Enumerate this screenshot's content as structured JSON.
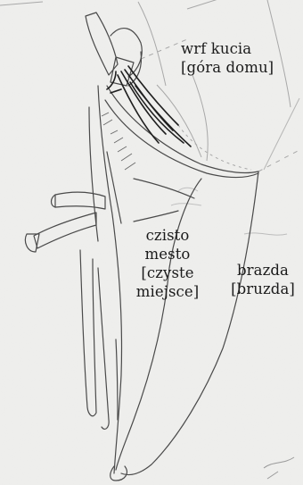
{
  "labels": {
    "wrf_kucia": "wrf kucia\n[góra domu]",
    "czisto_mesto": "czisto\nmesto\n[czyste\nmiejsce]",
    "brazda": "brazda\n[bruzda]"
  },
  "colors": {
    "paper": "#efefed",
    "ink": "#1b1b1b",
    "pencil": "#4a4a4a",
    "faint": "#9a9a9a"
  }
}
